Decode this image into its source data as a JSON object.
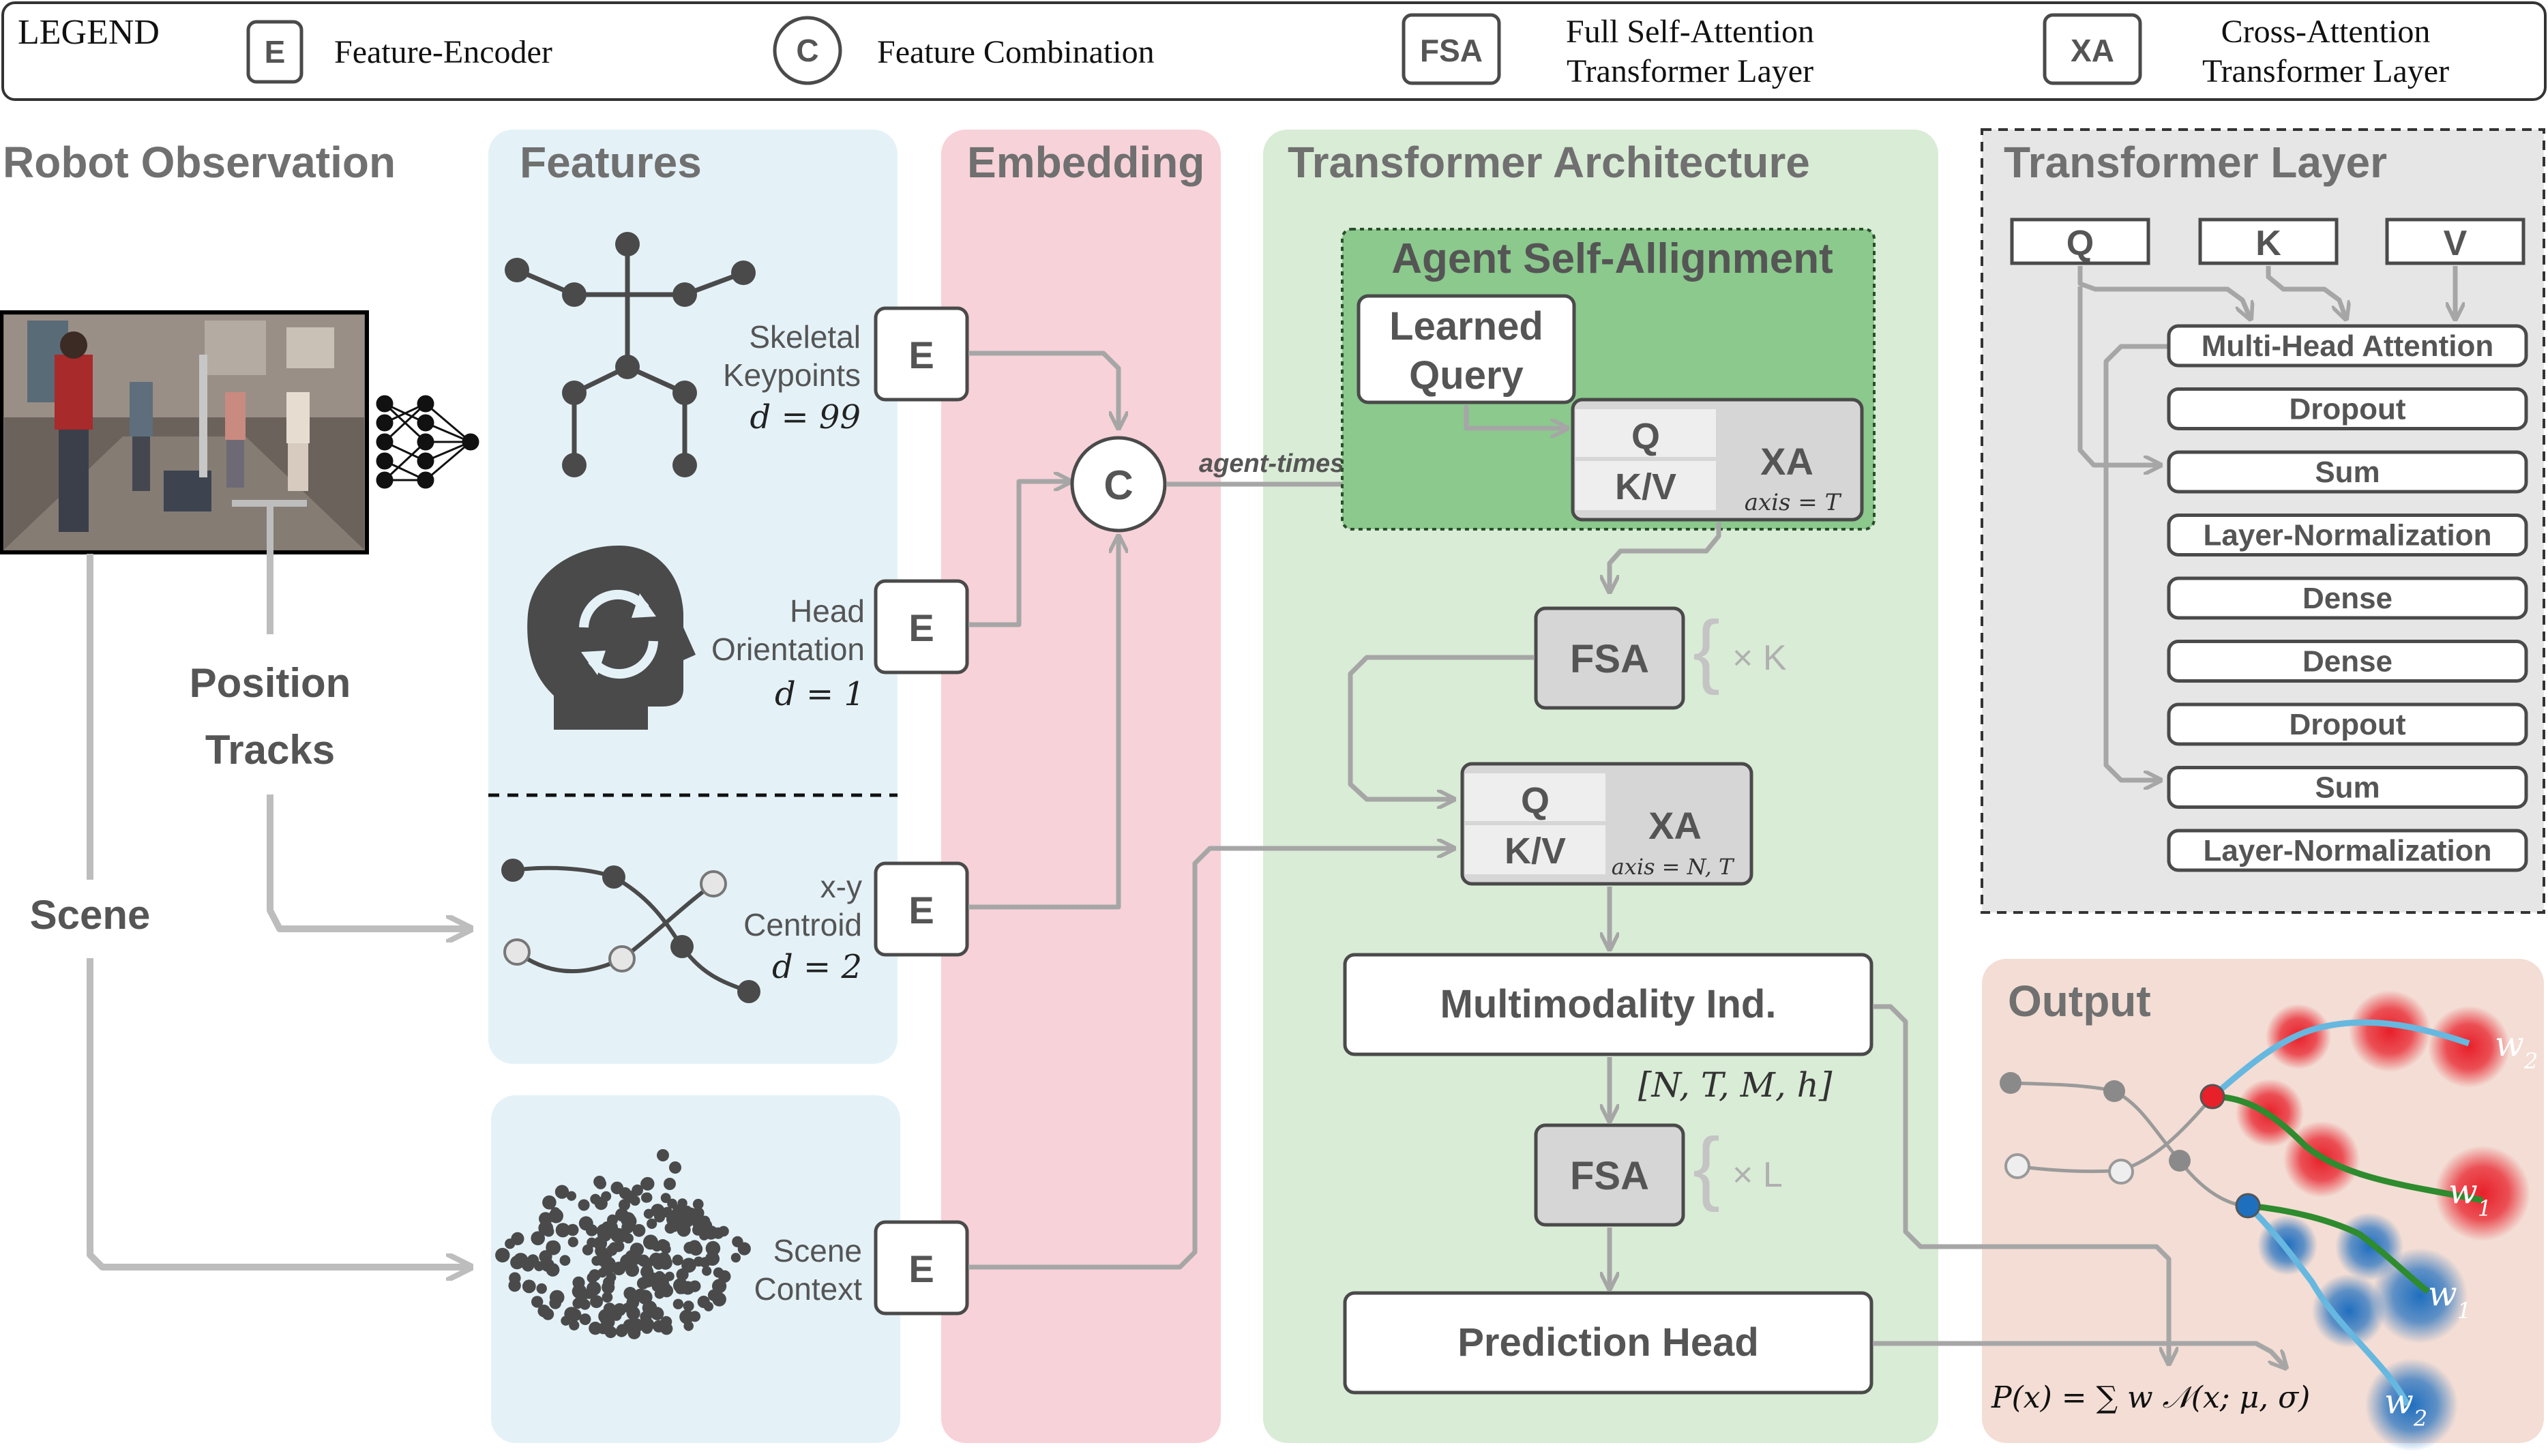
{
  "legend": {
    "title": "LEGEND",
    "items": [
      {
        "key": "E",
        "text": "Feature-Encoder"
      },
      {
        "key": "C",
        "text": "Feature Combination"
      },
      {
        "key": "FSA",
        "text_lines": [
          "Full Self-Attention",
          "Transformer Layer"
        ]
      },
      {
        "key": "XA",
        "text_lines": [
          "Cross-Attention",
          "Transformer Layer"
        ]
      }
    ]
  },
  "sections": {
    "robot_observation": "Robot Observation",
    "features": "Features",
    "embedding": "Embedding",
    "transformer_architecture": "Transformer Architecture",
    "transformer_layer": "Transformer Layer",
    "output": "Output"
  },
  "robot": {
    "position_tracks_lines": [
      "Position",
      "Tracks"
    ],
    "scene": "Scene"
  },
  "features": [
    {
      "label_lines": [
        "Skeletal",
        "Keypoints"
      ],
      "dim": "d = 99",
      "encoder": "E"
    },
    {
      "label_lines": [
        "Head",
        "Orientation"
      ],
      "dim": "d = 1",
      "encoder": "E"
    },
    {
      "label_lines": [
        "x-y",
        "Centroid"
      ],
      "dim": "d = 2",
      "encoder": "E"
    },
    {
      "label_lines": [
        "Scene",
        "Context"
      ],
      "encoder": "E"
    }
  ],
  "embedding": {
    "combine": "C",
    "token_label": "agent-timestep-tokens"
  },
  "architecture": {
    "self_alignment_title": "Agent Self-Allignment",
    "learned_query_lines": [
      "Learned",
      "Query"
    ],
    "xa1": {
      "q": "Q",
      "kv": "K/V",
      "label": "XA",
      "axis": "axis = T"
    },
    "fsa1": {
      "label": "FSA",
      "repeat": "× K"
    },
    "xa2": {
      "q": "Q",
      "kv": "K/V",
      "label": "XA",
      "axis": "axis = N, T"
    },
    "multimodality": "Multimodality Ind.",
    "shape": "[N, T, M, h]",
    "fsa2": {
      "label": "FSA",
      "repeat": "× L"
    },
    "prediction_head": "Prediction Head"
  },
  "transformer_layer": {
    "inputs": [
      "Q",
      "K",
      "V"
    ],
    "stack": [
      "Multi-Head Attention",
      "Dropout",
      "Sum",
      "Layer-Normalization",
      "Dense",
      "Dense",
      "Dropout",
      "Sum",
      "Layer-Normalization"
    ]
  },
  "output": {
    "weights": [
      "w2",
      "w1",
      "w1",
      "w2"
    ],
    "formula": "P(x) = ∑ w 𝒩(x; μ, σ)"
  },
  "colors": {
    "features_bg": "#e4f2f8",
    "embedding_bg": "#f7d2d8",
    "transformer_bg": "#d9ecd6",
    "self_alignment_bg": "#8bc98d",
    "transformer_layer_bg": "#e6e6e6",
    "output_bg": "#f3ddd4",
    "gray_box": "#d6d6d6",
    "red_mode": "#e8202a",
    "blue_mode": "#1f6fbf",
    "green_path": "#2e8b2e",
    "light_blue_path": "#66b8e0"
  }
}
